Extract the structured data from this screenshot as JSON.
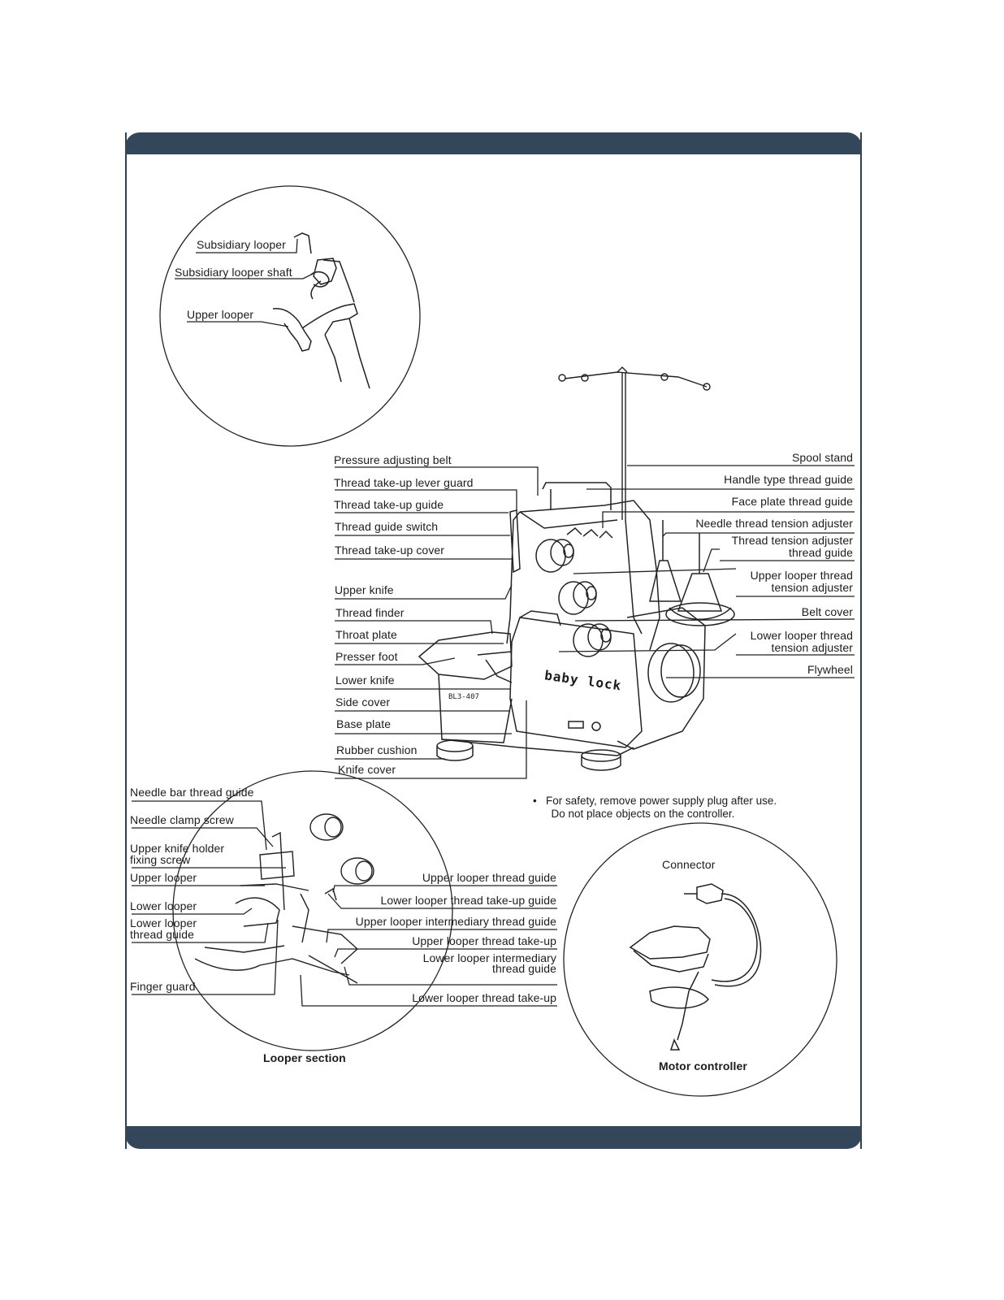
{
  "subsidiary": {
    "subsidiary_looper": "Subsidiary looper",
    "subsidiary_looper_shaft": "Subsidiary looper shaft",
    "upper_looper": "Upper looper"
  },
  "main_left": {
    "pressure_adjusting_belt": "Pressure adjusting belt",
    "thread_takeup_lever_guard": "Thread take-up lever guard",
    "thread_takeup_guide": "Thread take-up guide",
    "thread_guide_switch": "Thread guide switch",
    "thread_takeup_cover": "Thread take-up cover",
    "upper_knife": "Upper knife",
    "thread_finder": "Thread finder",
    "throat_plate": "Throat plate",
    "presser_foot": "Presser foot",
    "lower_knife": "Lower knife",
    "side_cover": "Side cover",
    "base_plate": "Base plate",
    "rubber_cushion": "Rubber cushion",
    "knife_cover": "Knife cover"
  },
  "main_right": {
    "spool_stand": "Spool stand",
    "handle_type_thread_guide": "Handle type thread guide",
    "face_plate_thread_guide": "Face plate thread guide",
    "needle_thread_tension_adjuster": "Needle thread tension adjuster",
    "thread_tension_adjuster_1": "Thread tension adjuster",
    "thread_tension_adjuster_2": "thread guide",
    "upper_looper_tension_1": "Upper looper thread",
    "upper_looper_tension_2": "tension adjuster",
    "belt_cover": "Belt cover",
    "lower_looper_tension_1": "Lower looper thread",
    "lower_looper_tension_2": "tension adjuster",
    "flywheel": "Flywheel"
  },
  "machine": {
    "brand": "baby lock",
    "model": "BL3-407"
  },
  "looper_section": {
    "title": "Looper section",
    "needle_bar_thread_guide": "Needle bar thread guide",
    "needle_clamp_screw": "Needle clamp screw",
    "upper_knife_holder_1": "Upper knife holder",
    "upper_knife_holder_2": "fixing screw",
    "upper_looper": "Upper looper",
    "lower_looper": "Lower looper",
    "lower_looper_thread_guide_1": "Lower looper",
    "lower_looper_thread_guide_2": "thread guide",
    "finger_guard": "Finger guard",
    "upper_looper_thread_guide": "Upper looper thread guide",
    "lower_looper_thread_takeup_guide": "Lower looper thread take-up guide",
    "upper_looper_intermediary_thread_guide": "Upper looper intermediary thread guide",
    "upper_looper_thread_takeup": "Upper looper thread take-up",
    "lower_looper_intermediary_1": "Lower looper intermediary",
    "lower_looper_intermediary_2": "thread guide",
    "lower_looper_thread_takeup": "Lower looper thread take-up"
  },
  "safety_note": {
    "bullet": "•",
    "line1": "For safety, remove power supply plug after use.",
    "line2": "Do not place objects on the controller."
  },
  "motor_controller": {
    "connector": "Connector",
    "title": "Motor controller"
  },
  "colors": {
    "frame": "#34475a",
    "ink": "#1c1c1c"
  }
}
